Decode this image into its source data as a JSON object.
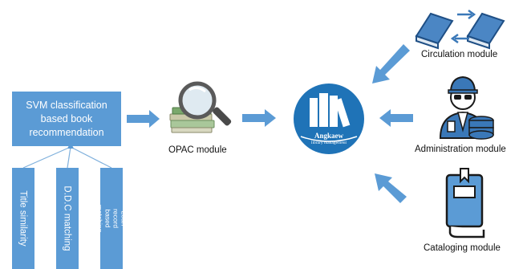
{
  "svm_box": {
    "line1": "SVM classification",
    "line2": "based book",
    "line3": "recommendation"
  },
  "inputs": [
    {
      "label": "Title similarity"
    },
    {
      "label": "D.D.C matching"
    },
    {
      "label": "Loan record based matching"
    }
  ],
  "modules": {
    "opac": "OPAC module",
    "circulation": "Circulation module",
    "administration": "Administration module",
    "cataloging": "Cataloging module"
  },
  "hub": {
    "title": "Angkaew",
    "subtitle": "library management"
  },
  "colors": {
    "box": "#5b9bd5",
    "arrow": "#5b9bd5",
    "hub": "#1f73b7",
    "icon_blue": "#3a78b8"
  },
  "icons": [
    "magnifier-books-icon",
    "library-books-icon",
    "exchange-books-icon",
    "admin-database-icon",
    "catalog-book-icon"
  ]
}
